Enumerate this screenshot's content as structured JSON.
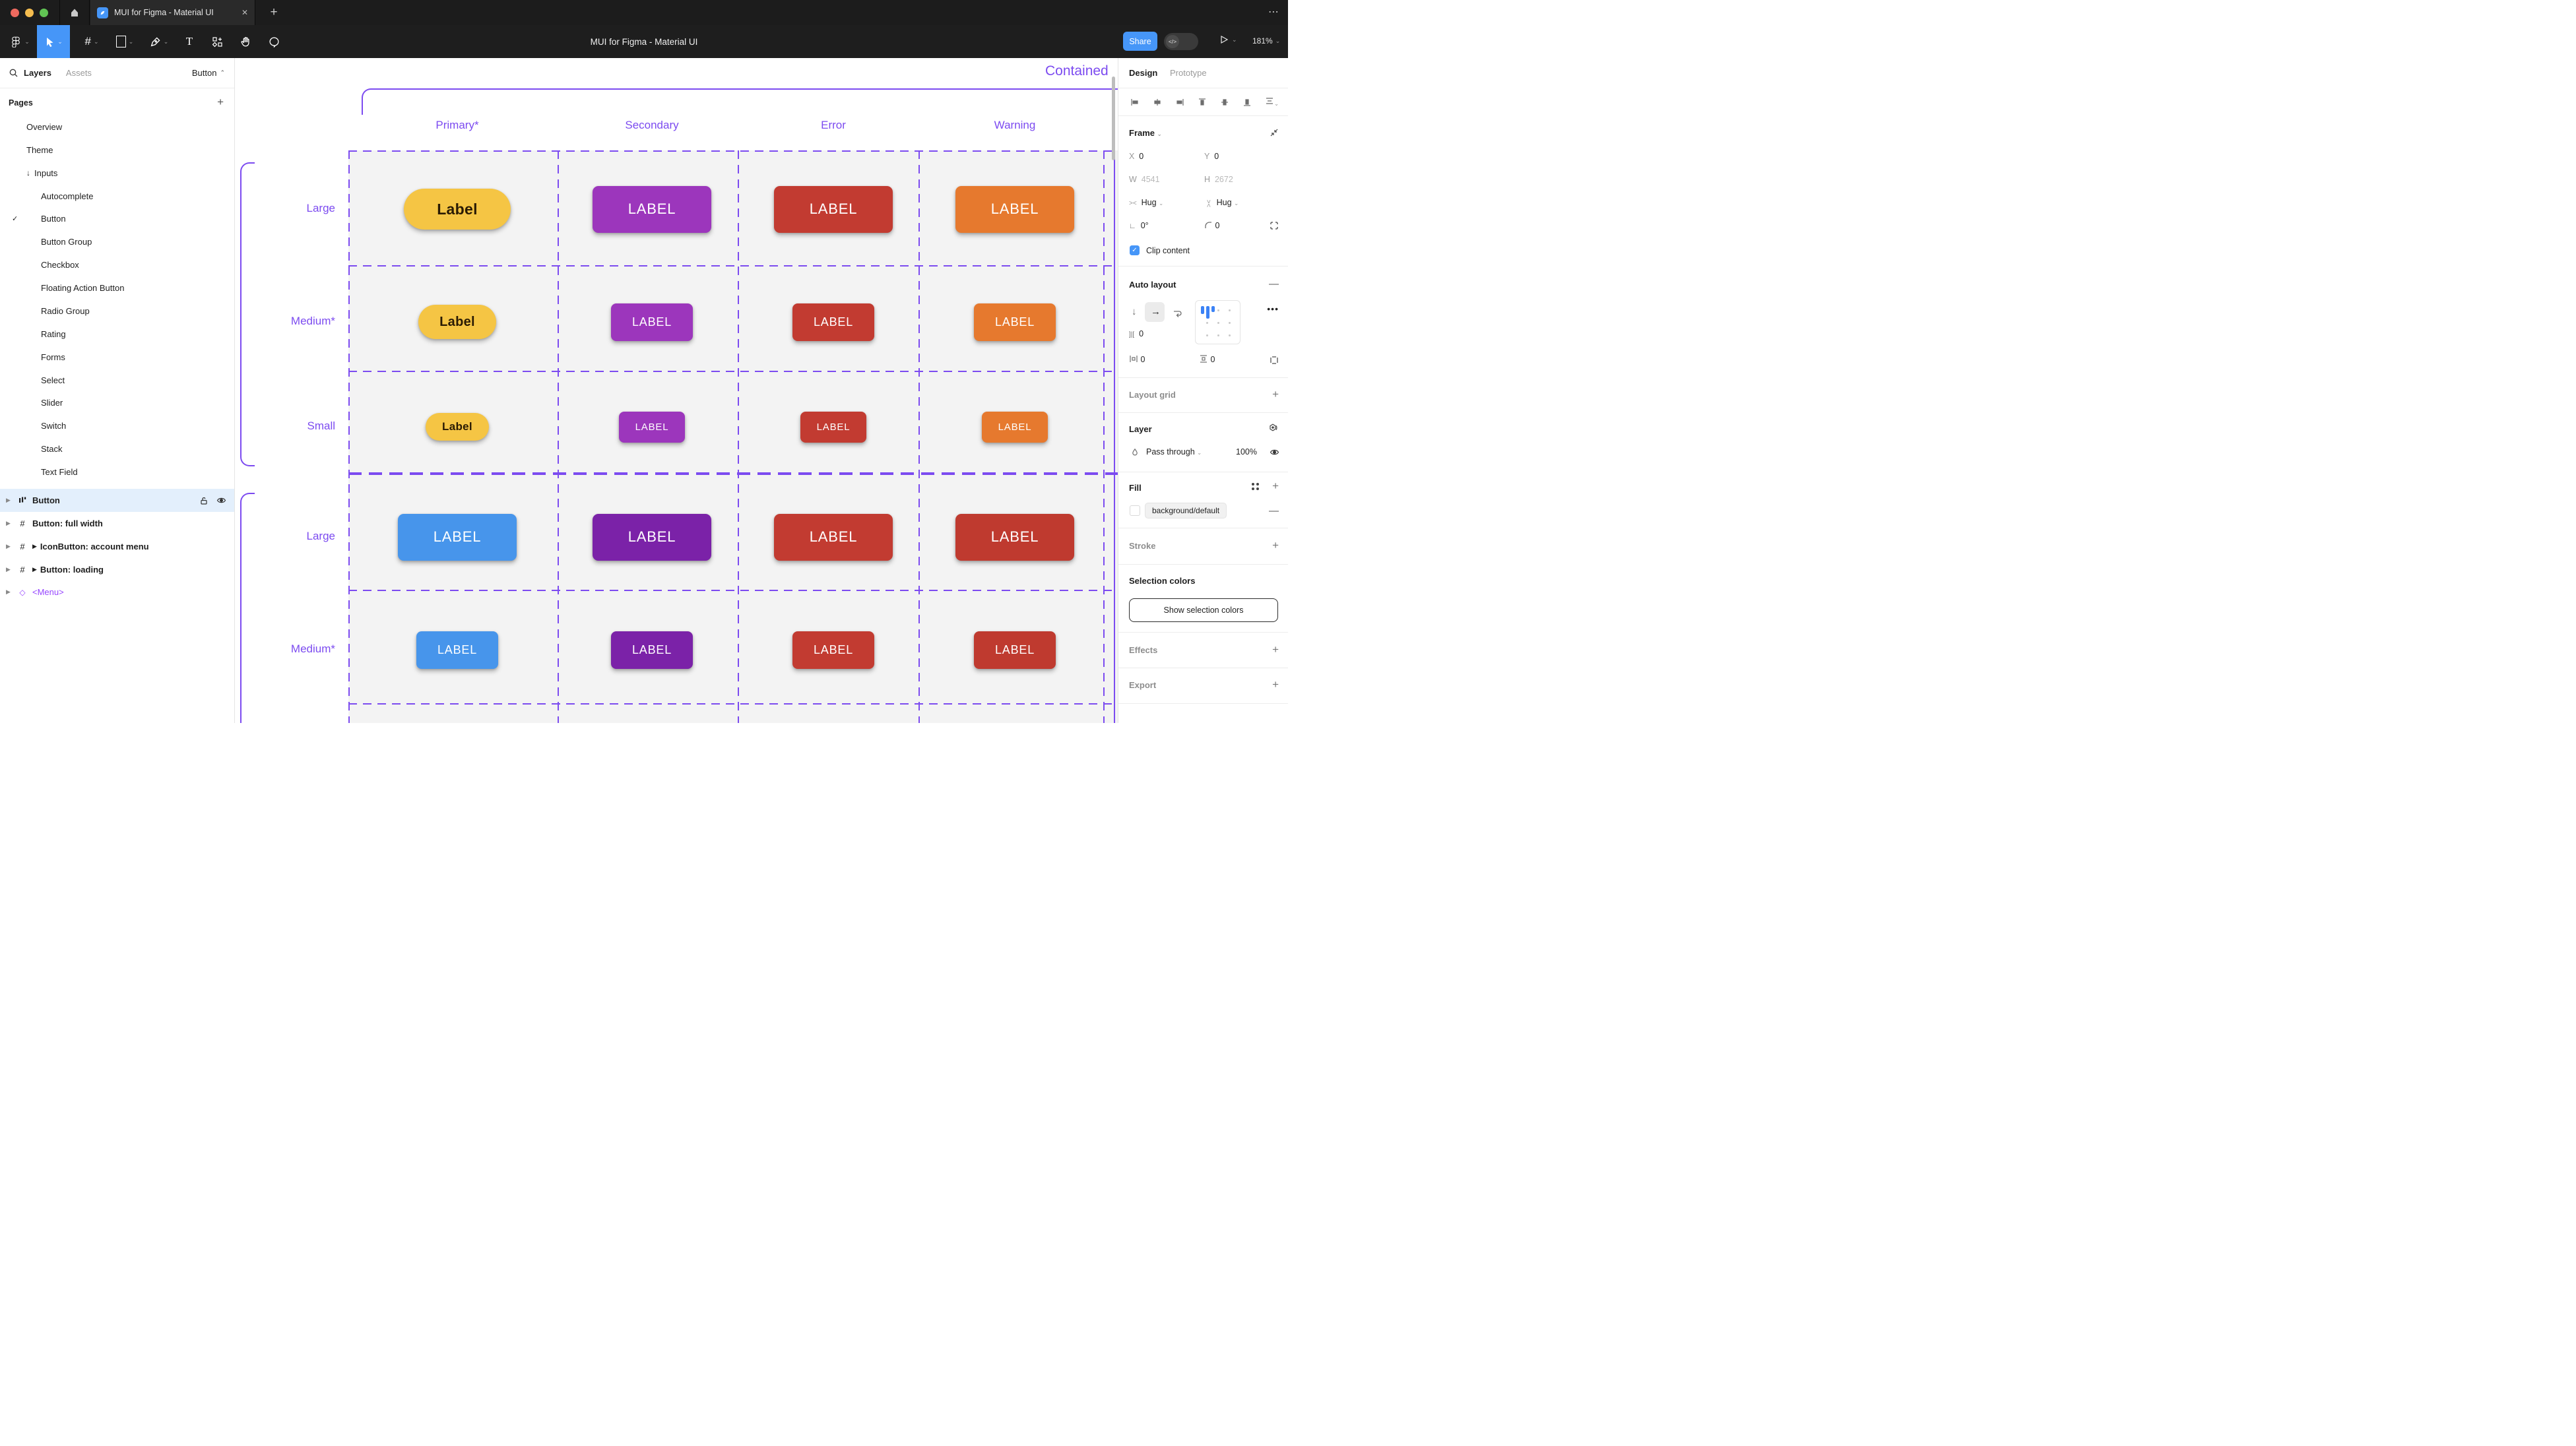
{
  "colors": {
    "accent": "#4696F8",
    "purple": "#7C4BF0",
    "component_purple": "#9747FF",
    "canvas_grid_bg": "#F3F3F3",
    "selected_row_bg": "#E3EFFC"
  },
  "browser": {
    "tab_title": "MUI for Figma - Material UI",
    "close_glyph": "✕",
    "new_tab_glyph": "+",
    "overflow_glyph": "⋯"
  },
  "toolbar": {
    "doc_title": "MUI for Figma - Material UI",
    "share_label": "Share",
    "dev_toggle_glyph": "</>",
    "zoom_level": "181%"
  },
  "sidebar": {
    "tab_layers": "Layers",
    "tab_assets": "Assets",
    "component_selector": "Button",
    "pages_header": "Pages",
    "pages": [
      {
        "label": "Overview",
        "indent": 1
      },
      {
        "label": "Theme",
        "indent": 1
      },
      {
        "label": "Inputs",
        "indent": 1,
        "prefix": "↓"
      },
      {
        "label": "Autocomplete",
        "indent": 2
      },
      {
        "label": "Button",
        "indent": 2,
        "checked": true
      },
      {
        "label": "Button Group",
        "indent": 2
      },
      {
        "label": "Checkbox",
        "indent": 2
      },
      {
        "label": "Floating Action Button",
        "indent": 2
      },
      {
        "label": "Radio Group",
        "indent": 2
      },
      {
        "label": "Rating",
        "indent": 2
      },
      {
        "label": "Forms",
        "indent": 2
      },
      {
        "label": "Select",
        "indent": 2
      },
      {
        "label": "Slider",
        "indent": 2
      },
      {
        "label": "Switch",
        "indent": 2
      },
      {
        "label": "Stack",
        "indent": 2
      },
      {
        "label": "Text Field",
        "indent": 2
      }
    ],
    "layers": [
      {
        "label": "Button",
        "icon": "autolayout",
        "selected": true
      },
      {
        "label": "Button: full width",
        "icon": "frame"
      },
      {
        "label": "IconButton: account menu",
        "icon": "frame",
        "play": true
      },
      {
        "label": "Button: loading",
        "icon": "frame",
        "play": true
      },
      {
        "label": "<Menu>",
        "icon": "component"
      }
    ]
  },
  "canvas": {
    "frame_title": "Contained",
    "columns": [
      "Primary*",
      "Secondary",
      "Error",
      "Warning"
    ],
    "row_labels": [
      "Large",
      "Medium*",
      "Small",
      "Large",
      "Medium*"
    ],
    "button_rows": [
      [
        {
          "label": "Label",
          "bg": "#F5C544",
          "fg": "#2A1B04",
          "pill": true
        },
        {
          "label": "LABEL",
          "bg": "#9C36BC",
          "fg": "#FFFFFF"
        },
        {
          "label": "LABEL",
          "bg": "#C23B31",
          "fg": "#FFFFFF"
        },
        {
          "label": "LABEL",
          "bg": "#E6792E",
          "fg": "#FFFFFF"
        }
      ],
      [
        {
          "label": "Label",
          "bg": "#F5C544",
          "fg": "#2A1B04",
          "pill": true
        },
        {
          "label": "LABEL",
          "bg": "#9C36BC",
          "fg": "#FFFFFF"
        },
        {
          "label": "LABEL",
          "bg": "#C23B31",
          "fg": "#FFFFFF"
        },
        {
          "label": "LABEL",
          "bg": "#E6792E",
          "fg": "#FFFFFF"
        }
      ],
      [
        {
          "label": "Label",
          "bg": "#F5C544",
          "fg": "#2A1B04",
          "pill": true
        },
        {
          "label": "LABEL",
          "bg": "#9C36BC",
          "fg": "#FFFFFF"
        },
        {
          "label": "LABEL",
          "bg": "#C23B31",
          "fg": "#FFFFFF"
        },
        {
          "label": "LABEL",
          "bg": "#E6792E",
          "fg": "#FFFFFF"
        }
      ],
      [
        {
          "label": "LABEL",
          "bg": "#4795EB",
          "fg": "#FFFFFF"
        },
        {
          "label": "LABEL",
          "bg": "#7B22A8",
          "fg": "#FFFFFF"
        },
        {
          "label": "LABEL",
          "bg": "#C23B31",
          "fg": "#FFFFFF"
        },
        {
          "label": "LABEL",
          "bg": "#BF3A2F",
          "fg": "#FFFFFF"
        }
      ],
      [
        {
          "label": "LABEL",
          "bg": "#4795EB",
          "fg": "#FFFFFF"
        },
        {
          "label": "LABEL",
          "bg": "#7B22A8",
          "fg": "#FFFFFF"
        },
        {
          "label": "LABEL",
          "bg": "#C23B31",
          "fg": "#FFFFFF"
        },
        {
          "label": "LABEL",
          "bg": "#BF3A2F",
          "fg": "#FFFFFF"
        }
      ]
    ]
  },
  "panel": {
    "tab_design": "Design",
    "tab_prototype": "Prototype",
    "frame": {
      "header": "Frame",
      "x_label": "X",
      "x_value": "0",
      "y_label": "Y",
      "y_value": "0",
      "w_label": "W",
      "w_value": "4541",
      "h_label": "H",
      "h_value": "2672",
      "hug_h": "Hug",
      "hug_v": "Hug",
      "rotation_value": "0°",
      "radius_value": "0",
      "clip_label": "Clip content"
    },
    "auto_layout": {
      "header": "Auto layout",
      "gap_value": "0",
      "padding_h_value": "0",
      "padding_v_value": "0"
    },
    "layout_grid": {
      "header": "Layout grid"
    },
    "layer": {
      "header": "Layer",
      "blend_mode": "Pass through",
      "opacity": "100%"
    },
    "fill": {
      "header": "Fill",
      "value": "background/default"
    },
    "stroke": {
      "header": "Stroke"
    },
    "selection_colors": {
      "header": "Selection colors",
      "show_button": "Show selection colors"
    },
    "effects": {
      "header": "Effects"
    },
    "export": {
      "header": "Export"
    }
  }
}
